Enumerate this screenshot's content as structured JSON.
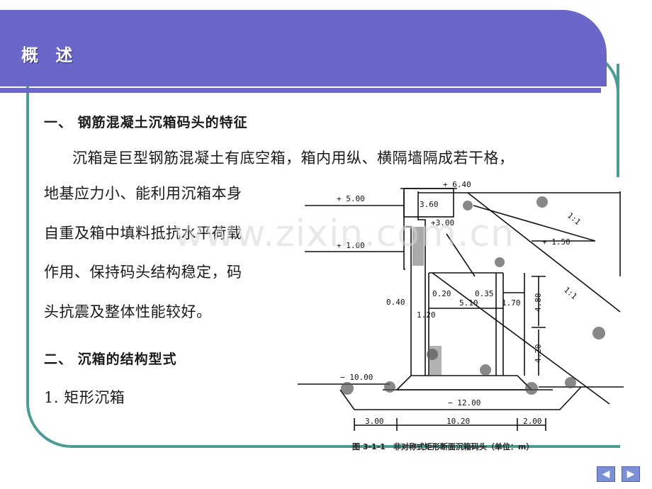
{
  "header": {
    "title": "概 述"
  },
  "sections": {
    "s1_heading": "一、 钢筋混凝土沉箱码头的特征",
    "s1_line1": "沉箱是巨型钢筋混凝土有底空箱，箱内用纵、横隔墙隔成若干格，",
    "s1_line2": "地基应力小、能利用沉箱本身",
    "s1_line3": "自重及箱中填料抵抗水平荷载",
    "s1_line4": "作用、保持码头结构稳定，码",
    "s1_line5": "头抗震及整体性能较好。",
    "s2_heading": "二、 沉箱的结构型式",
    "s2_item1": "1. 矩形沉箱"
  },
  "figure": {
    "caption": "图 3-1-1　非对称式矩形断面沉箱码头（单位：m）",
    "labels": {
      "el_top": "+ 6.40",
      "el_water_high": "+ 5.00",
      "el_cap": "3.60",
      "el_3": "+3.00",
      "el_water_low": "+ 1.00",
      "el_150": "+ 1.50",
      "el_bottom": "− 10.00",
      "el_base": "− 12.00",
      "d_040": "0.40",
      "d_120": "1.20",
      "d_020": "0.20",
      "d_510": "5.10",
      "d_035": "0.35",
      "d_170": "1.70",
      "d_480": "4.80",
      "d_420": "4.20",
      "d_300": "3.00",
      "d_1020": "10.20",
      "d_200": "2.00",
      "slope1": "1:1",
      "slope2": "1:1"
    }
  },
  "watermark": "www.zixin.com.cn",
  "nav": {
    "prev": "◀",
    "next": "▶"
  },
  "colors": {
    "banner": "#6a67c9",
    "frame": "#4e9a95",
    "nav": "#7a8fd6"
  }
}
